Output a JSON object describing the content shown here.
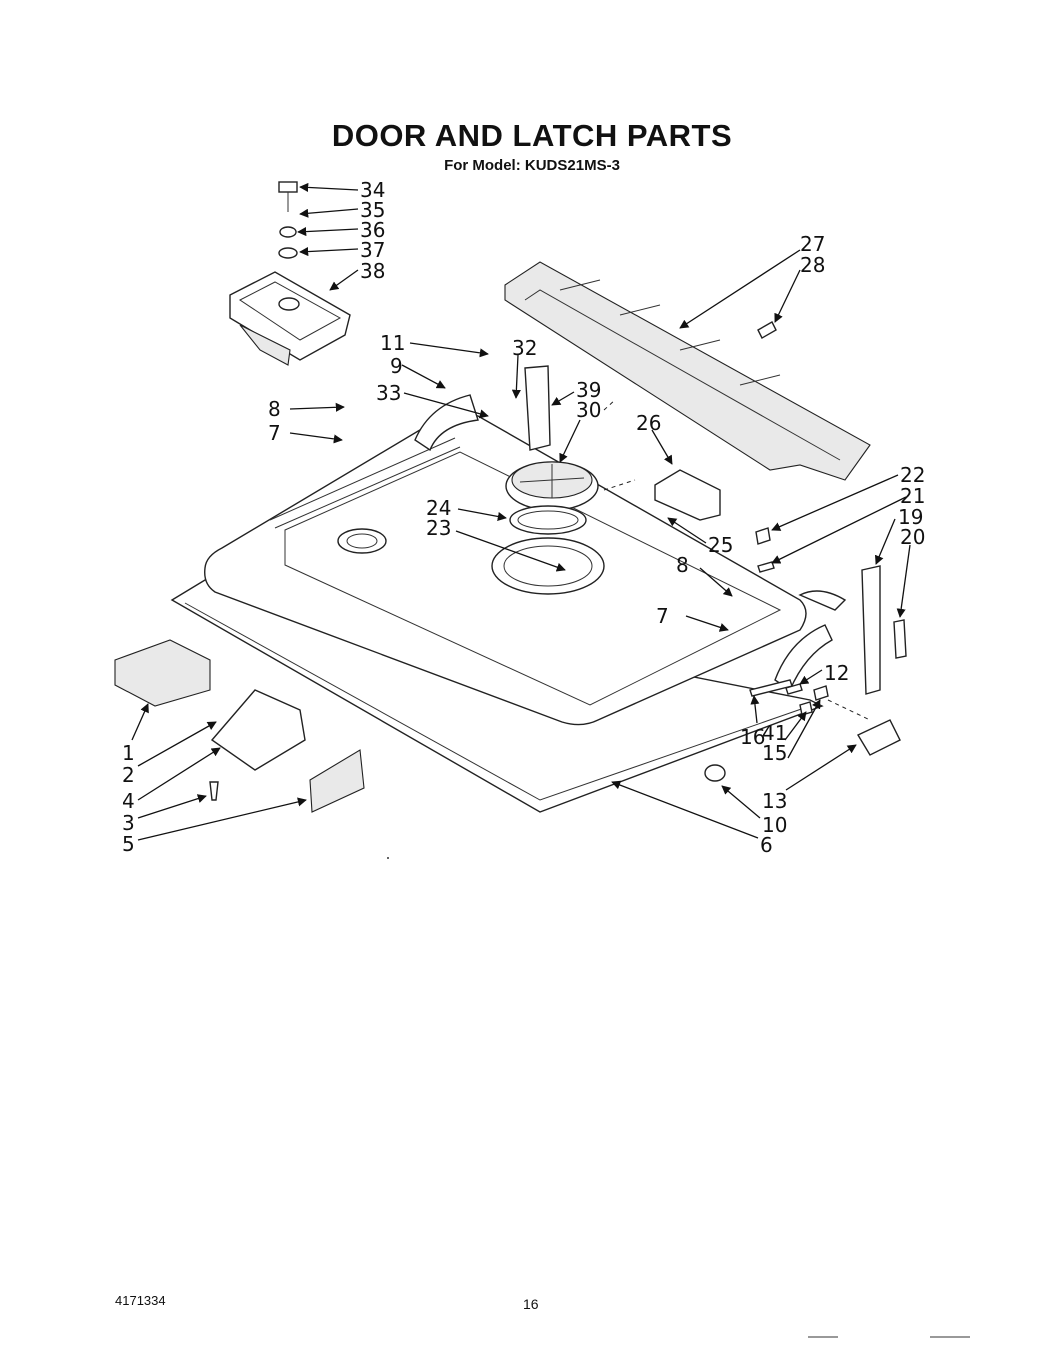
{
  "page": {
    "title": "DOOR AND LATCH PARTS",
    "subtitle": "For Model: KUDS21MS-3",
    "doc_number": "4171334",
    "page_number": "16"
  },
  "callouts": [
    "1",
    "2",
    "3",
    "4",
    "5",
    "6",
    "7",
    "8",
    "9",
    "10",
    "11",
    "12",
    "13",
    "15",
    "16",
    "19",
    "20",
    "21",
    "22",
    "23",
    "24",
    "25",
    "26",
    "27",
    "28",
    "30",
    "32",
    "33",
    "34",
    "35",
    "36",
    "37",
    "38",
    "39",
    "41"
  ]
}
